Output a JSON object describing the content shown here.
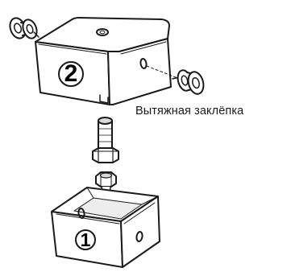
{
  "labels": {
    "rivet": "Вытяжная заклёпка",
    "part_top": "2",
    "part_bottom": "1"
  },
  "colors": {
    "stroke": "#1a1a1a",
    "fill_light": "#ffffff",
    "fill_shade": "#d9d9d9"
  }
}
